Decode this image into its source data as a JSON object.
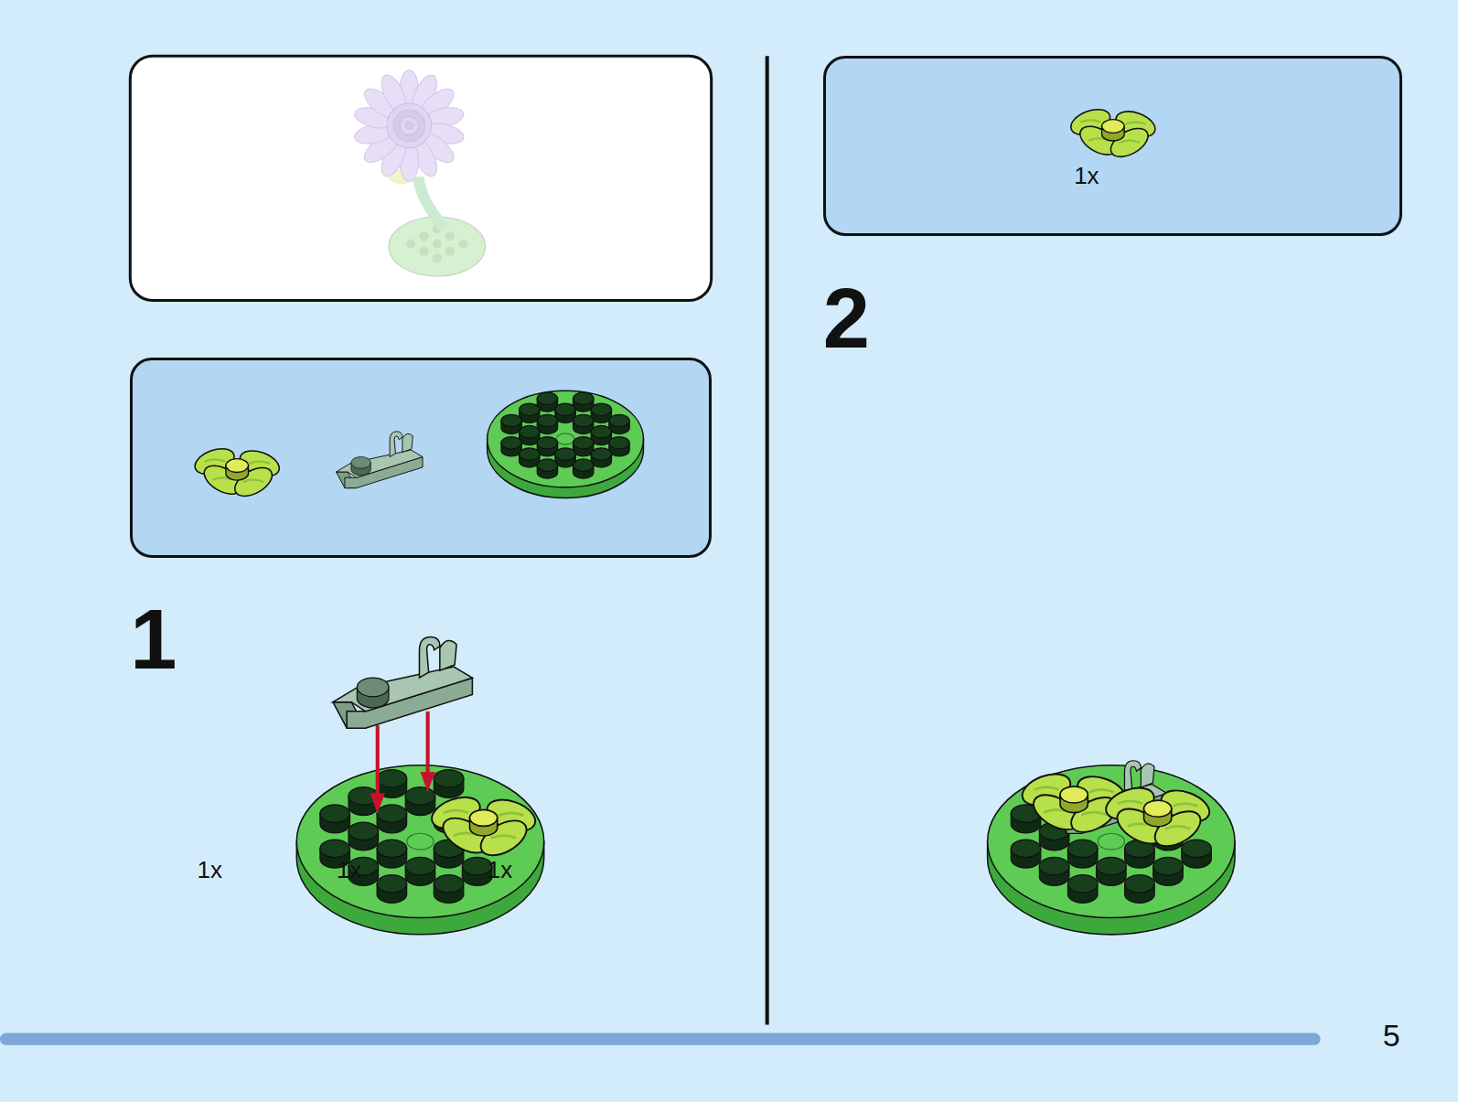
{
  "diagram": {
    "nodes": [
      {
        "text": [
          "1x",
          "1x",
          "1x"
        ]
      },
      {
        "text": [
          "1x"
        ]
      }
    ],
    "labels": [
      "1",
      "2",
      "5"
    ]
  }
}
